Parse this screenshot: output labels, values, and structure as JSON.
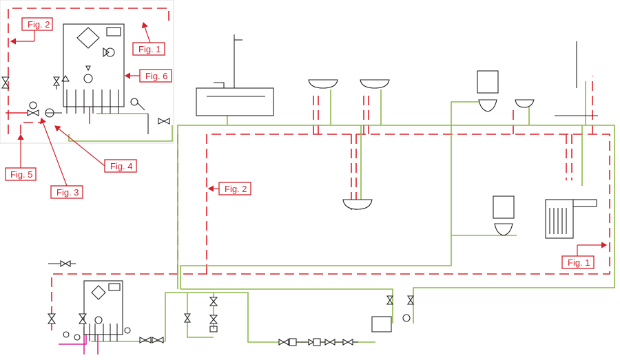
{
  "labels": {
    "fig1_top": "Fig. 1",
    "fig2_top": "Fig. 2",
    "fig6": "Fig. 6",
    "fig4": "Fig. 4",
    "fig5": "Fig. 5",
    "fig3": "Fig. 3",
    "fig2_mid": "Fig. 2",
    "fig1_bottom": "Fig. 1"
  },
  "colors": {
    "return_line": "#e0202a",
    "supply_line": "#8cb84a",
    "circulation_line": "#d6289a",
    "label": "#d4202a",
    "equipment": "#222222"
  }
}
